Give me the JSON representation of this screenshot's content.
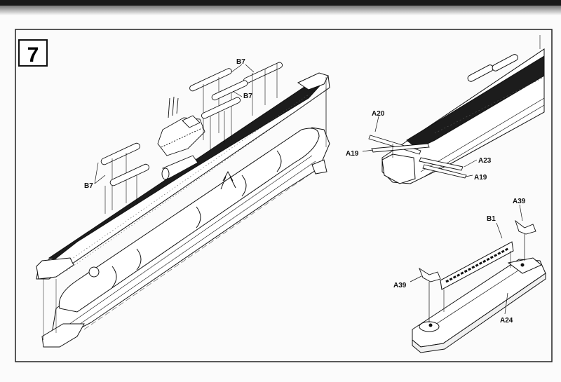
{
  "step": {
    "number": "7"
  },
  "callouts": {
    "b7_upper": "B7",
    "b7_mid": "B7",
    "b7_left": "B7",
    "a20": "A20",
    "a19_left": "A19",
    "a23": "A23",
    "a19_right": "A19",
    "b1": "B1",
    "a39_right": "A39",
    "a39_left": "A39",
    "a24": "A24"
  },
  "colors": {
    "ink": "#111111",
    "deck": "#1c1c1c",
    "paper": "#fbfbfb",
    "frame": "#222222"
  },
  "icons": {
    "step_badge": "step-number-box"
  }
}
